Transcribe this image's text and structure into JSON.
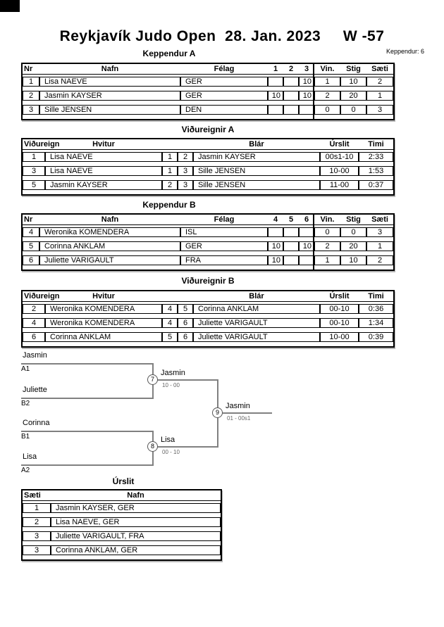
{
  "page": {
    "title": "Reykjavík Judo Open  28. Jan. 2023     W -57",
    "keppendur_count": "Keppendur: 6"
  },
  "pool_a": {
    "title": "Keppendur A",
    "h": {
      "nr": "Nr",
      "nafn": "Nafn",
      "felag": "Félag",
      "c1": "1",
      "c2": "2",
      "c3": "3",
      "vin": "Vin.",
      "stig": "Stig",
      "saeti": "Sæti"
    },
    "rows": [
      {
        "nr": "1",
        "nafn": "Lisa NAEVE",
        "felag": "GER",
        "c1": "",
        "c2": "",
        "c3": "10",
        "vin": "1",
        "stig": "10",
        "saeti": "2"
      },
      {
        "nr": "2",
        "nafn": "Jasmin KAYSER",
        "felag": "GER",
        "c1": "10",
        "c2": "",
        "c3": "10",
        "vin": "2",
        "stig": "20",
        "saeti": "1"
      },
      {
        "nr": "3",
        "nafn": "Sille JENSEN",
        "felag": "DEN",
        "c1": "",
        "c2": "",
        "c3": "",
        "vin": "0",
        "stig": "0",
        "saeti": "3"
      }
    ]
  },
  "matches_a": {
    "title": "Viðureignir A",
    "h": {
      "vidureign": "Viðureign",
      "hvitur": "Hvitur",
      "blar": "Blár",
      "urslit": "Úrslit",
      "timi": "Timi"
    },
    "rows": [
      {
        "nr": "1",
        "hvitur": "Lisa NAEVE",
        "wn": "1",
        "bn": "2",
        "blar": "Jasmin KAYSER",
        "urslit": "00s1-10",
        "timi": "2:33"
      },
      {
        "nr": "3",
        "hvitur": "Lisa NAEVE",
        "wn": "1",
        "bn": "3",
        "blar": "Sille JENSEN",
        "urslit": "10-00",
        "timi": "1:53"
      },
      {
        "nr": "5",
        "hvitur": "Jasmin KAYSER",
        "wn": "2",
        "bn": "3",
        "blar": "Sille JENSEN",
        "urslit": "11-00",
        "timi": "0:37"
      }
    ]
  },
  "pool_b": {
    "title": "Keppendur B",
    "h": {
      "nr": "Nr",
      "nafn": "Nafn",
      "felag": "Félag",
      "c1": "4",
      "c2": "5",
      "c3": "6",
      "vin": "Vin.",
      "stig": "Stig",
      "saeti": "Sæti"
    },
    "rows": [
      {
        "nr": "4",
        "nafn": "Weronika KOMENDERA",
        "felag": "ISL",
        "c1": "",
        "c2": "",
        "c3": "",
        "vin": "0",
        "stig": "0",
        "saeti": "3"
      },
      {
        "nr": "5",
        "nafn": "Corinna ANKLAM",
        "felag": "GER",
        "c1": "10",
        "c2": "",
        "c3": "10",
        "vin": "2",
        "stig": "20",
        "saeti": "1"
      },
      {
        "nr": "6",
        "nafn": "Juliette VARIGAULT",
        "felag": "FRA",
        "c1": "10",
        "c2": "",
        "c3": "",
        "vin": "1",
        "stig": "10",
        "saeti": "2"
      }
    ]
  },
  "matches_b": {
    "title": "Viðureignir B",
    "h": {
      "vidureign": "Viðureign",
      "hvitur": "Hvitur",
      "blar": "Blár",
      "urslit": "Úrslit",
      "timi": "Timi"
    },
    "rows": [
      {
        "nr": "2",
        "hvitur": "Weronika KOMENDERA",
        "wn": "4",
        "bn": "5",
        "blar": "Corinna ANKLAM",
        "urslit": "00-10",
        "timi": "0:36"
      },
      {
        "nr": "4",
        "hvitur": "Weronika KOMENDERA",
        "wn": "4",
        "bn": "6",
        "blar": "Juliette VARIGAULT",
        "urslit": "00-10",
        "timi": "1:34"
      },
      {
        "nr": "6",
        "hvitur": "Corinna ANKLAM",
        "wn": "5",
        "bn": "6",
        "blar": "Juliette VARIGAULT",
        "urslit": "10-00",
        "timi": "0:39"
      }
    ]
  },
  "bracket": {
    "slots": [
      {
        "name": "Jasmin",
        "seed": "A1"
      },
      {
        "name": "Juliette",
        "seed": "B2"
      },
      {
        "name": "Corinna",
        "seed": "B1"
      },
      {
        "name": "Lisa",
        "seed": "A2"
      }
    ],
    "semi1": {
      "number": "7",
      "winner": "Jasmin",
      "score": "10 - 00"
    },
    "semi2": {
      "number": "8",
      "winner": "Lisa",
      "score": "00 - 10"
    },
    "final": {
      "number": "9",
      "winner": "Jasmin",
      "score": "01 - 00s1"
    }
  },
  "results": {
    "title": "Úrslit",
    "h": {
      "saeti": "Sæti",
      "nafn": "Nafn"
    },
    "rows": [
      {
        "saeti": "1",
        "nafn": "Jasmin KAYSER, GER"
      },
      {
        "saeti": "2",
        "nafn": "Lisa NAEVE, GER"
      },
      {
        "saeti": "3",
        "nafn": "Juliette VARIGAULT, FRA"
      },
      {
        "saeti": "3",
        "nafn": "Corinna ANKLAM, GER"
      }
    ]
  },
  "colors": {
    "line_gray": "#808080",
    "score_gray": "#666666",
    "border": "#000000"
  }
}
